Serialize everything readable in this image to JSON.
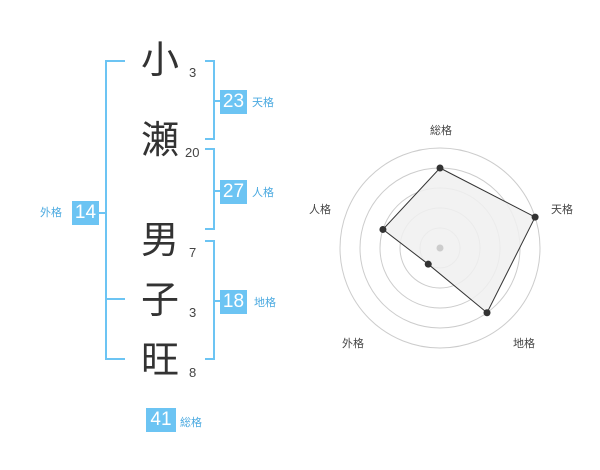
{
  "name_chars": [
    {
      "char": "小",
      "strokes": "3"
    },
    {
      "char": "瀬",
      "strokes": "20"
    },
    {
      "char": "男",
      "strokes": "7"
    },
    {
      "char": "子",
      "strokes": "3"
    },
    {
      "char": "旺",
      "strokes": "8"
    }
  ],
  "fortunes": {
    "ten": {
      "value": "23",
      "label": "天格"
    },
    "jin": {
      "value": "27",
      "label": "人格"
    },
    "chi": {
      "value": "18",
      "label": "地格"
    },
    "gai": {
      "value": "14",
      "label": "外格"
    },
    "sou": {
      "value": "41",
      "label": "総格"
    }
  },
  "colors": {
    "accent": "#6cc4f3",
    "accent_text": "#4aa9e0",
    "radar_fill": "#f0f0f0",
    "radar_stroke": "#333333",
    "grid": "#cccccc"
  },
  "chart_data": {
    "type": "radar",
    "axes": [
      "総格",
      "天格",
      "地格",
      "外格",
      "人格"
    ],
    "values": [
      4,
      5,
      4,
      1,
      3
    ],
    "max": 5,
    "rings": 5
  }
}
